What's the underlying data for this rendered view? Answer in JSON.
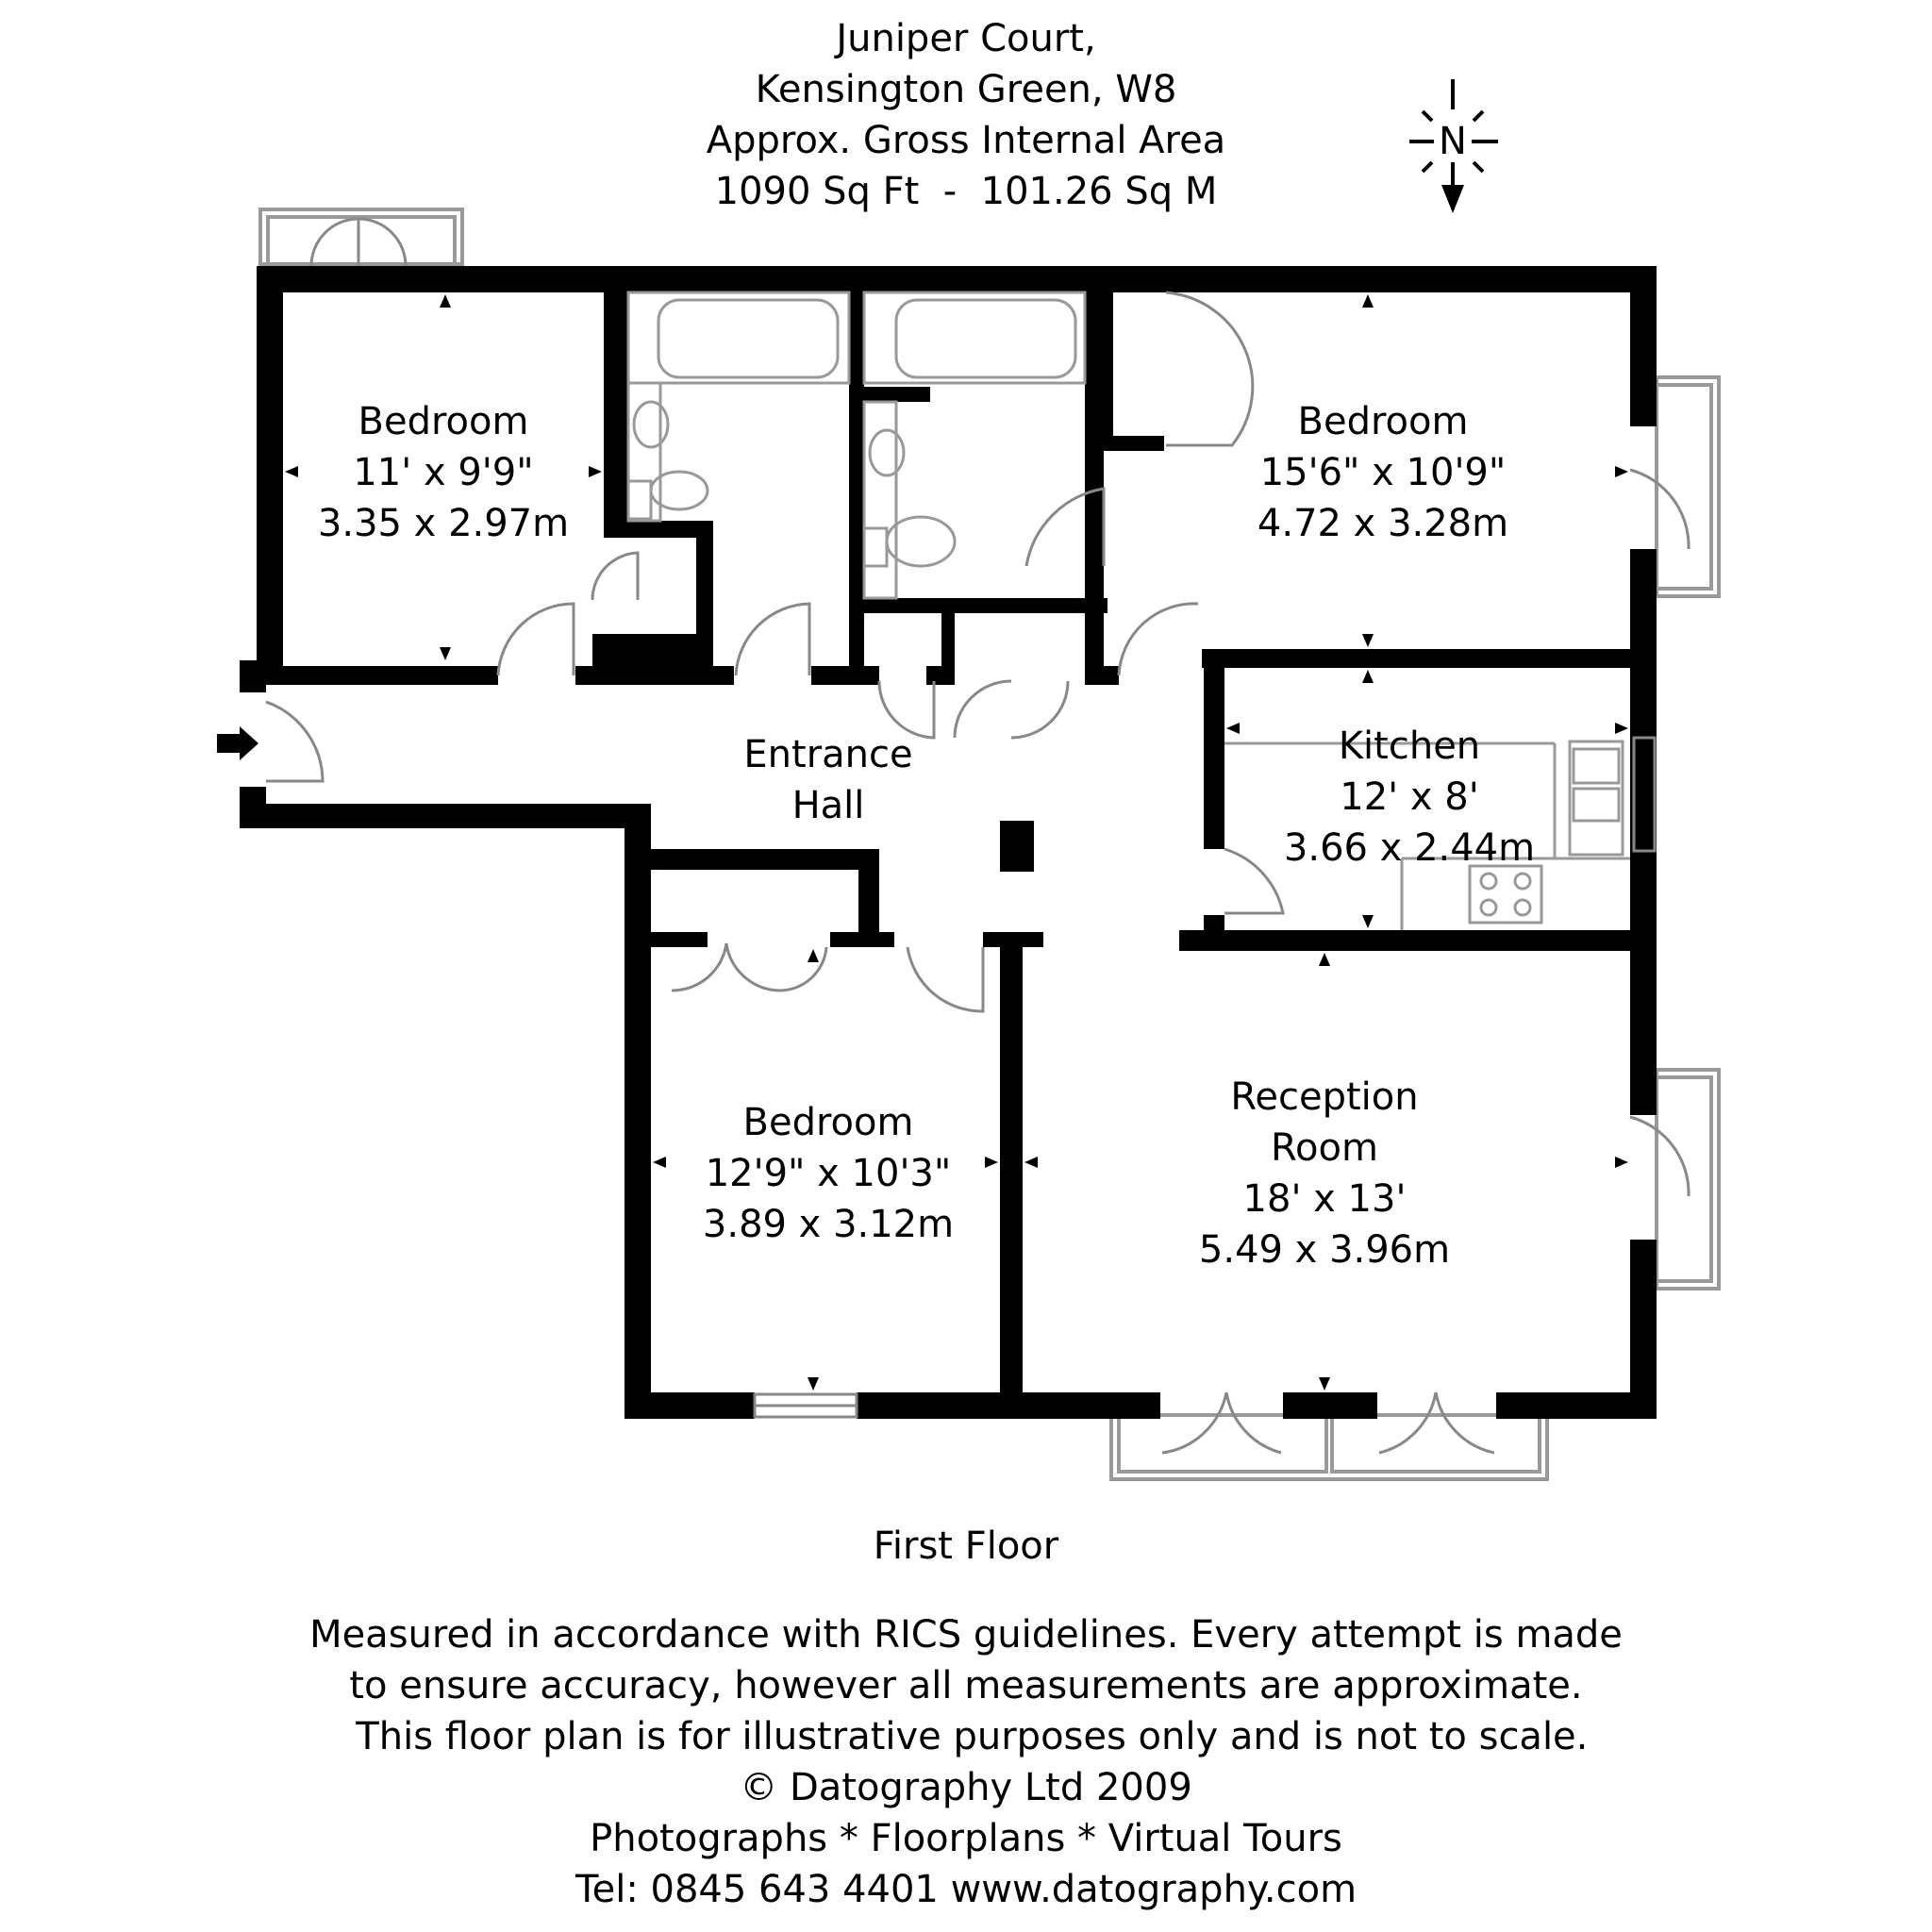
{
  "header": {
    "line1": "Juniper Court,",
    "line2": "Kensington Green, W8",
    "line3": "Approx. Gross Internal Area",
    "line4": "1090 Sq Ft  -  101.26 Sq M"
  },
  "compass": {
    "label": "N"
  },
  "rooms": {
    "bedroom_nw": {
      "name": "Bedroom",
      "imperial": "11' x 9'9\"",
      "metric": "3.35 x 2.97m"
    },
    "bedroom_ne": {
      "name": "Bedroom",
      "imperial": "15'6\" x 10'9\"",
      "metric": "4.72 x 3.28m"
    },
    "kitchen": {
      "name": "Kitchen",
      "imperial": "12' x 8'",
      "metric": "3.66 x 2.44m"
    },
    "entrance_hall": {
      "line1": "Entrance",
      "line2": "Hall"
    },
    "bedroom_s": {
      "name": "Bedroom",
      "imperial": "12'9\" x 10'3\"",
      "metric": "3.89 x 3.12m"
    },
    "reception": {
      "line1": "Reception",
      "line2": "Room",
      "imperial": "18' x 13'",
      "metric": "5.49 x 3.96m"
    }
  },
  "floor_label": "First Floor",
  "footer": {
    "line1": "Measured in accordance with RICS guidelines. Every attempt is made",
    "line2": "to ensure accuracy, however all measurements are approximate.",
    "line3": " This floor plan is for illustrative purposes only and is not to scale.",
    "line4": "© Datography Ltd 2009",
    "line5": "Photographs * Floorplans * Virtual Tours",
    "line6": "Tel: 0845 643 4401 www.datography.com"
  }
}
